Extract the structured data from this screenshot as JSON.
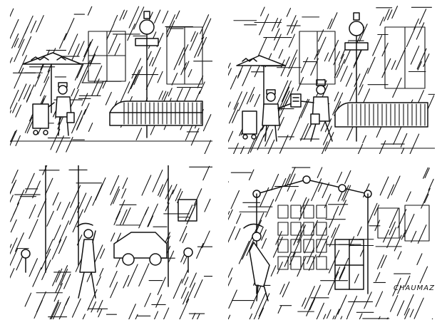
{
  "artist_signature": "CHAUMAZ",
  "colors": {
    "ink": "#111111",
    "paper": "#ffffff"
  },
  "panels": [
    {
      "id": "panel-1",
      "scene": "man-with-cart-under-umbrella-stall"
    },
    {
      "id": "panel-2",
      "scene": "man-handing-paper-to-passerby"
    },
    {
      "id": "panel-3",
      "scene": "woman-walking-in-rain-street"
    },
    {
      "id": "panel-4",
      "scene": "figure-at-newsstand-kiosk"
    }
  ]
}
